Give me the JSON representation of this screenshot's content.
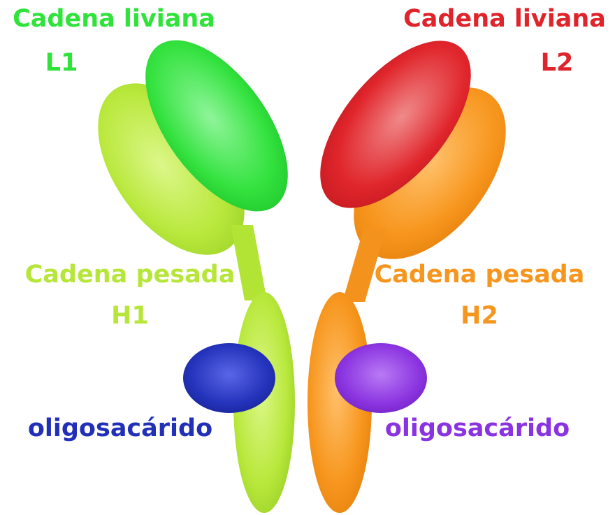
{
  "labels": {
    "light_left": {
      "line1": "Cadena liviana",
      "line2": "L1"
    },
    "light_right": {
      "line1": "Cadena liviana",
      "line2": "L2"
    },
    "heavy_left": {
      "line1": "Cadena pesada",
      "line2": "H1"
    },
    "heavy_right": {
      "line1": "Cadena pesada",
      "line2": "H2"
    },
    "oligo_left": "oligosacárido",
    "oligo_right": "oligosacárido"
  },
  "colors": {
    "light_left": "#2fe33a",
    "light_right": "#e0242b",
    "heavy_left": "#b7e63a",
    "heavy_right": "#f7961e",
    "oligo_left": "#2230b8",
    "oligo_right": "#8a33e0"
  }
}
